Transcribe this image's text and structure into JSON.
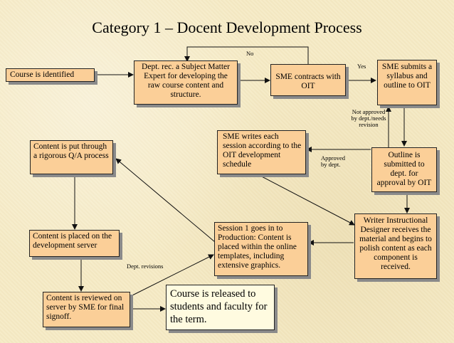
{
  "title": "Category 1 – Docent Development Process",
  "boxes": {
    "course_identified": "Course is identified",
    "dept_rec": "Dept. rec. a Subject Matter Expert for developing the raw course content and structure.",
    "sme_contracts": "SME contracts with OIT",
    "sme_submits": "SME submits a syllabus and outline to OIT",
    "outline_submitted": "Outline is submitted to dept. for approval by OIT",
    "sme_writes": "SME writes each session according to the OIT development schedule",
    "writer_designer": "Writer Instructional Designer receives the material and begins to polish content as each component is received.",
    "session_production": "Session 1 goes in to Production: Content is placed within the online templates, including extensive graphics.",
    "content_qa": "Content is put through a rigorous Q/A process",
    "content_placed": "Content is placed on the development server",
    "content_reviewed": "Content is reviewed on server by SME for final signoff.",
    "course_released": "Course is released to students and faculty for the term."
  },
  "labels": {
    "no": "No",
    "yes": "Yes",
    "not_approved": "Not approved by dept./needs revision",
    "approved": "Approved by dept.",
    "dept_revisions": "Dept. revisions"
  }
}
